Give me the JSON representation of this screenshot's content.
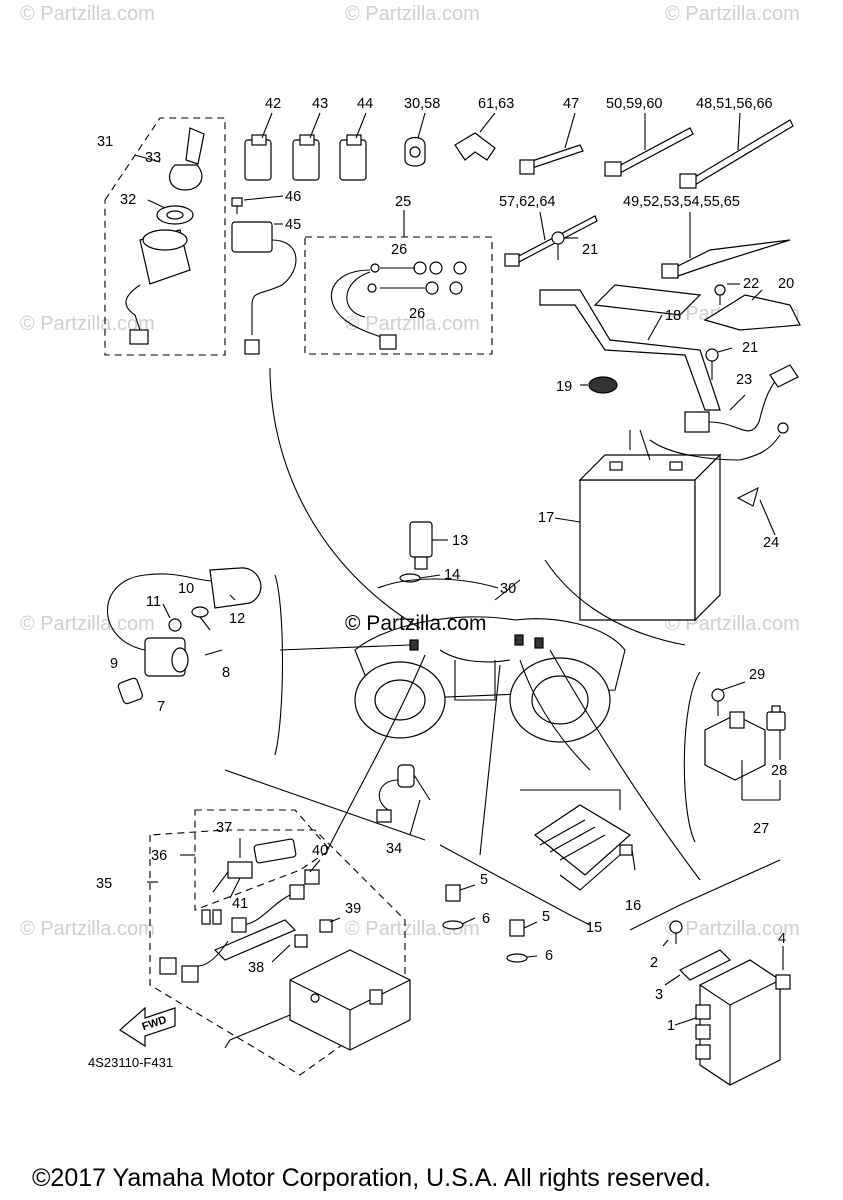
{
  "watermark": "© Partzilla.com",
  "logo": "© Partzilla.com",
  "diagram_code": "4S23110-F431",
  "fwd_label": "FWD",
  "copyright": "©2017 Yamaha Motor Corporation, U.S.A. All rights reserved.",
  "callouts": {
    "c1": "1",
    "c2": "2",
    "c3": "3",
    "c4": "4",
    "c5a": "5",
    "c5b": "5",
    "c6a": "6",
    "c6b": "6",
    "c7": "7",
    "c8": "8",
    "c9": "9",
    "c10": "10",
    "c11": "11",
    "c12": "12",
    "c13": "13",
    "c14": "14",
    "c15": "15",
    "c16": "16",
    "c17": "17",
    "c18": "18",
    "c19": "19",
    "c20": "20",
    "c21a": "21",
    "c21b": "21",
    "c22": "22",
    "c23": "23",
    "c24": "24",
    "c25": "25",
    "c26a": "26",
    "c26b": "26",
    "c27": "27",
    "c28": "28",
    "c29": "29",
    "c31": "31",
    "c32": "32",
    "c33": "33",
    "c34": "34",
    "c35": "35",
    "c36": "36",
    "c37": "37",
    "c38": "38",
    "c39": "39",
    "c40": "40",
    "c41": "41",
    "c42": "42",
    "c43": "43",
    "c44": "44",
    "c45": "45",
    "c46": "46",
    "c47": "47",
    "c3058": "30,58",
    "c6163": "61,63",
    "c505960": "50,59,60",
    "c48515666": "48,51,56,66",
    "c576264": "57,62,64",
    "c4952": "49,52,53,54,55,65"
  }
}
